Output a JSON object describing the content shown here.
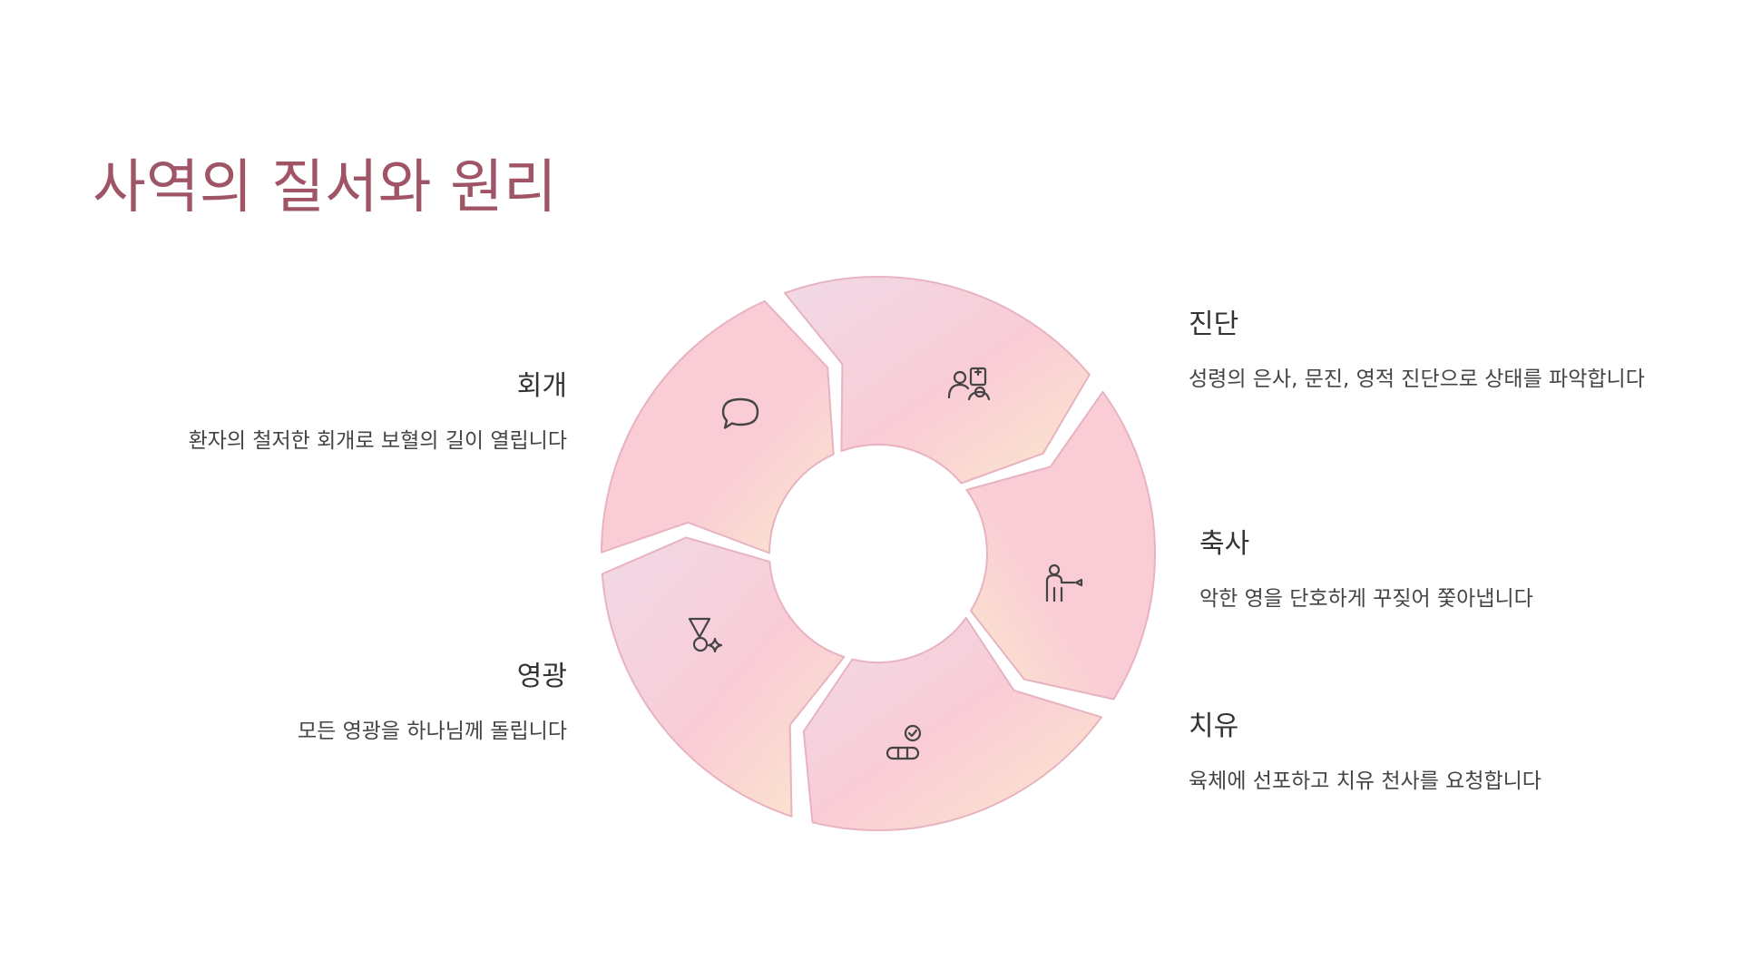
{
  "title": "사역의 질서와 원리",
  "steps": [
    {
      "key": "jindan",
      "title": "진단",
      "description": "성령의 은사, 문진, 영적 진단으로 상태를 파악합니다",
      "icon": "doctor-patient-icon"
    },
    {
      "key": "chuksa",
      "title": "축사",
      "description": "악한 영을 단호하게 꾸짖어 쫓아냅니다",
      "icon": "person-pointing-icon"
    },
    {
      "key": "chiyu",
      "title": "치유",
      "description": "육체에 선포하고 치유 천사를 요청합니다",
      "icon": "bandage-check-icon"
    },
    {
      "key": "yeonggwang",
      "title": "영광",
      "description": "모든 영광을 하나님께 돌립니다",
      "icon": "shapes-sparkle-icon"
    },
    {
      "key": "hoegae",
      "title": "회개",
      "description": "환자의 철저한 회개로 보혈의 길이 열립니다",
      "icon": "speech-bubble-icon"
    }
  ],
  "colors": {
    "title": "#a05566",
    "segment_pink": "#f9ccd6",
    "segment_lavender": "#f0d9e6",
    "segment_peach": "#fde8cc",
    "segment_stroke": "#e8b3c0",
    "icon": "#444444"
  }
}
